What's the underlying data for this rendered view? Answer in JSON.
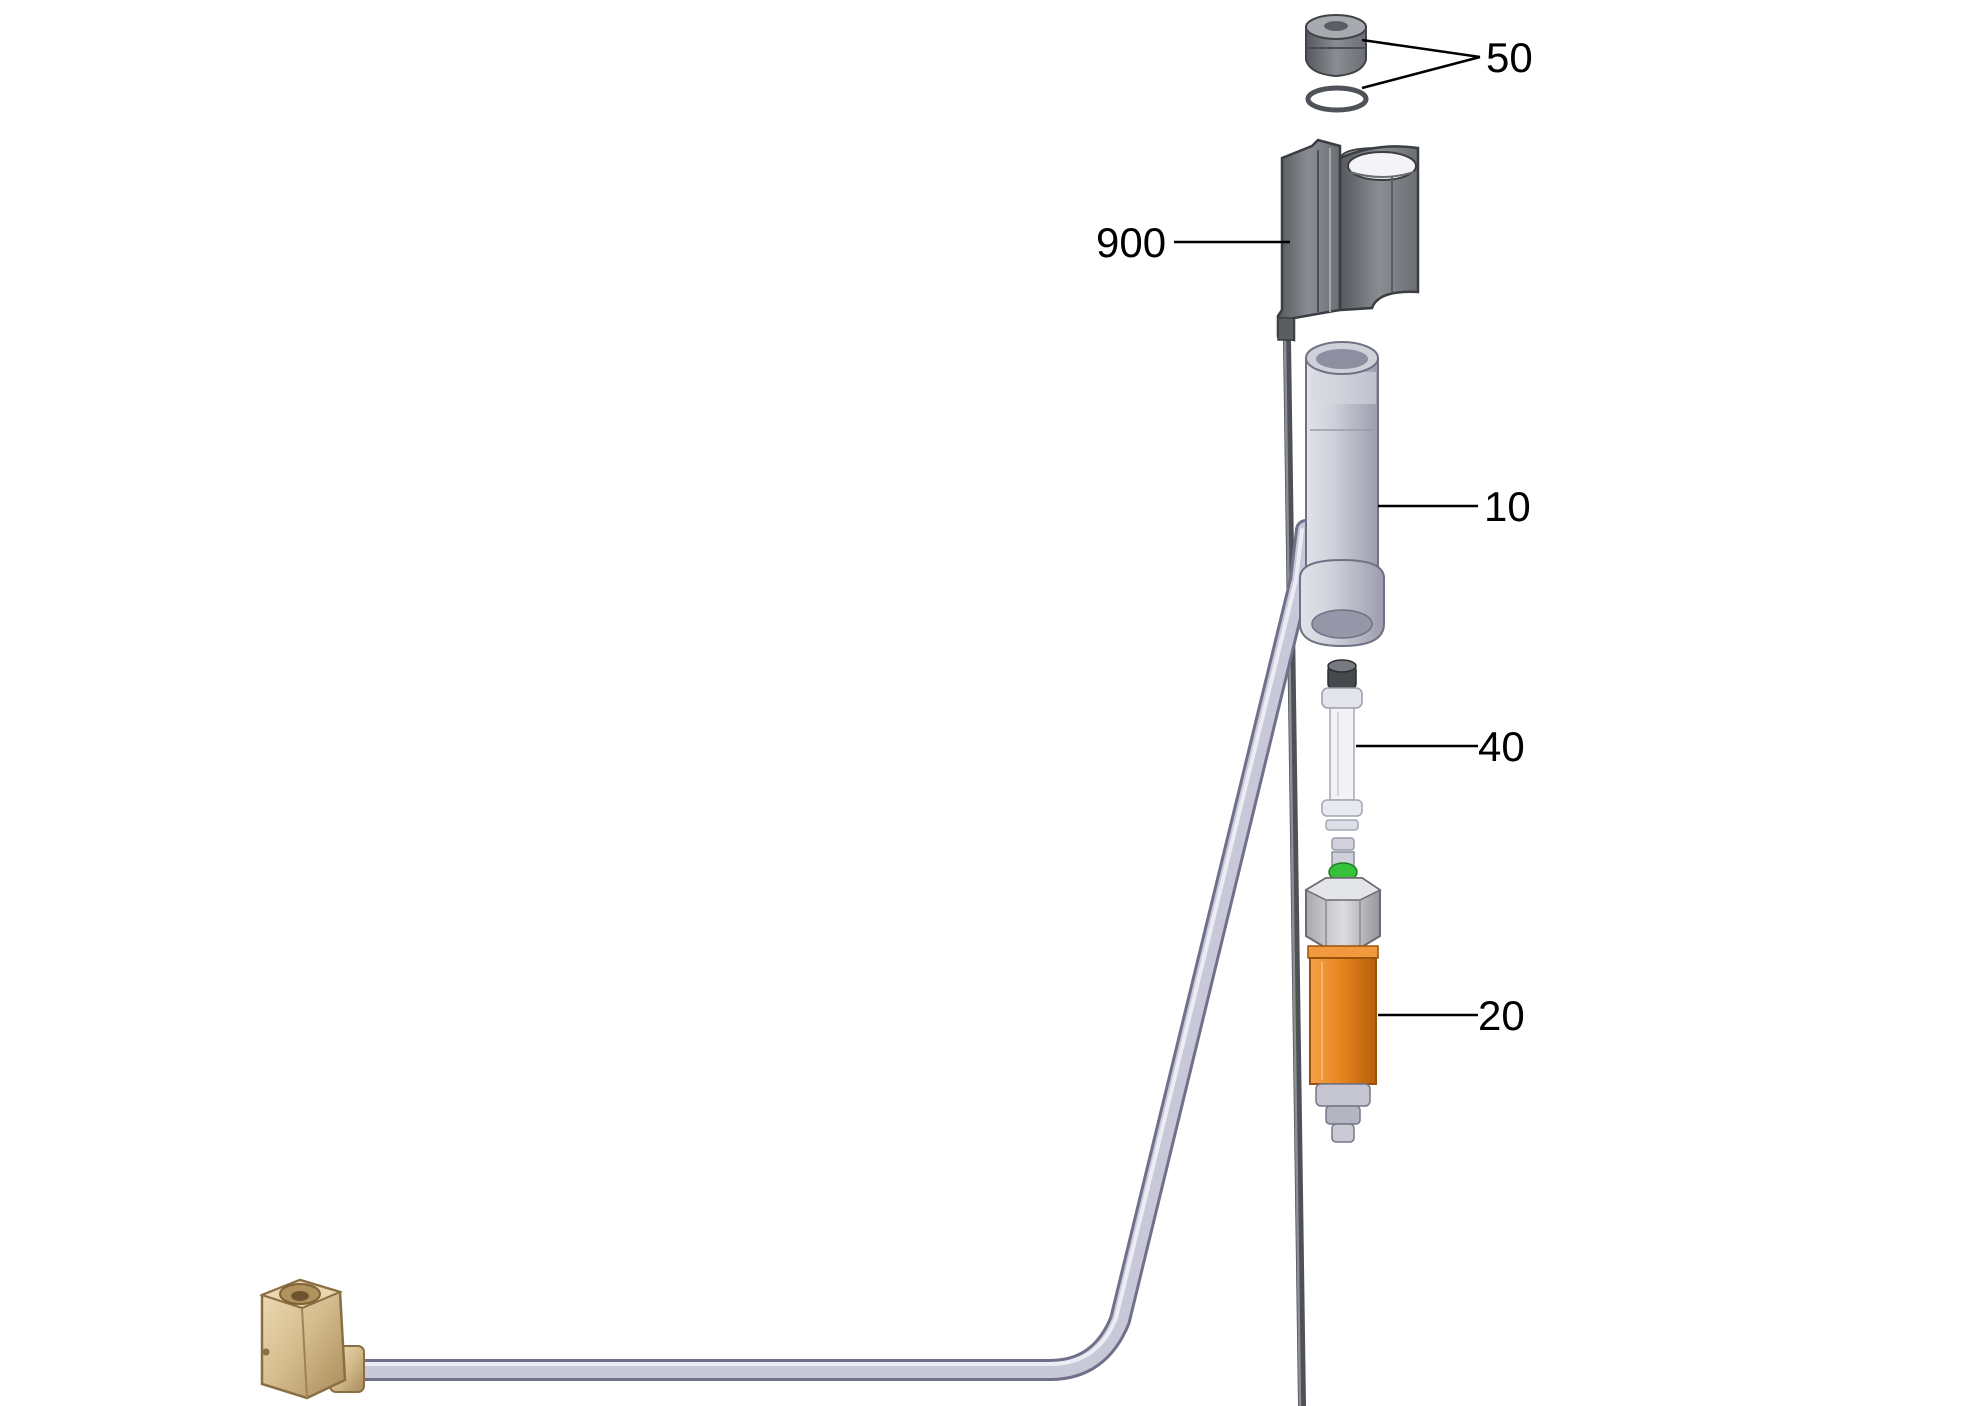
{
  "callouts": {
    "part_50": "50",
    "part_900": "900",
    "part_10": "10",
    "part_40": "40",
    "part_20": "20"
  },
  "colors": {
    "background": "#ffffff",
    "tube": "#bcbccc",
    "bracket": "#707378",
    "sleeve": "#c8c8d2",
    "cartridge": "#e8861f",
    "hex_nut": "#c4c5c9",
    "green_seal": "#35c23a",
    "brass_elbow": "#d7bf93",
    "cap": "#8e9096"
  }
}
